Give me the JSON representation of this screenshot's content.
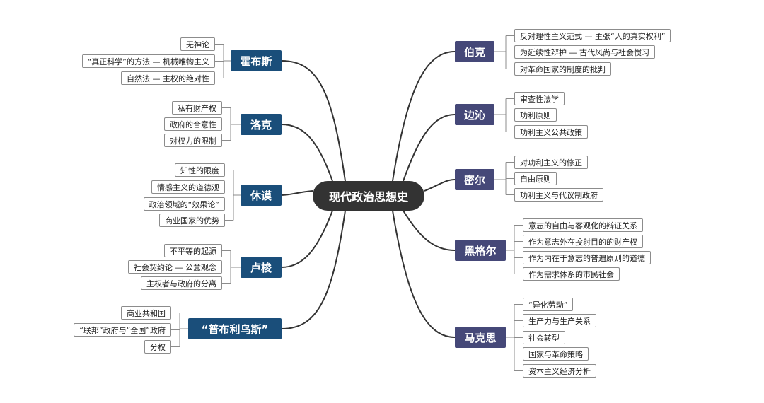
{
  "root": "现代政治思想史",
  "left": [
    {
      "label": "霍布斯",
      "items": [
        "无神论",
        "“真正科学”的方法 — 机械唯物主义",
        "自然法 — 主权的绝对性"
      ]
    },
    {
      "label": "洛克",
      "items": [
        "私有财产权",
        "政府的合意性",
        "对权力的限制"
      ]
    },
    {
      "label": "休谟",
      "items": [
        "知性的限度",
        "情感主义的道德观",
        "政治领域的“效果论”",
        "商业国家的优势"
      ]
    },
    {
      "label": "卢梭",
      "items": [
        "不平等的起源",
        "社会契约论 — 公意观念",
        "主权者与政府的分离"
      ]
    },
    {
      "label": "“普布利乌斯”",
      "items": [
        "商业共和国",
        "“联邦”政府与“全国”政府",
        "分权"
      ]
    }
  ],
  "right": [
    {
      "label": "伯克",
      "items": [
        "反对理性主义范式 — 主张“人的真实权利”",
        "为延续性辩护 — 古代风尚与社会惯习",
        "对革命国家的制度的批判"
      ]
    },
    {
      "label": "边沁",
      "items": [
        "审查性法学",
        "功利原则",
        "功利主义公共政策"
      ]
    },
    {
      "label": "密尔",
      "items": [
        "对功利主义的修正",
        "自由原则",
        "功利主义与代议制政府"
      ]
    },
    {
      "label": "黑格尔",
      "items": [
        "意志的自由与客观化的辩证关系",
        "作为意志外在投射目的的财产权",
        "作为内在于意志的普遍原则的道德",
        "作为需求体系的市民社会"
      ]
    },
    {
      "label": "马克思",
      "items": [
        "“异化劳动”",
        "生产力与生产关系",
        "社会转型",
        "国家与革命策略",
        "资本主义经济分析"
      ]
    }
  ]
}
